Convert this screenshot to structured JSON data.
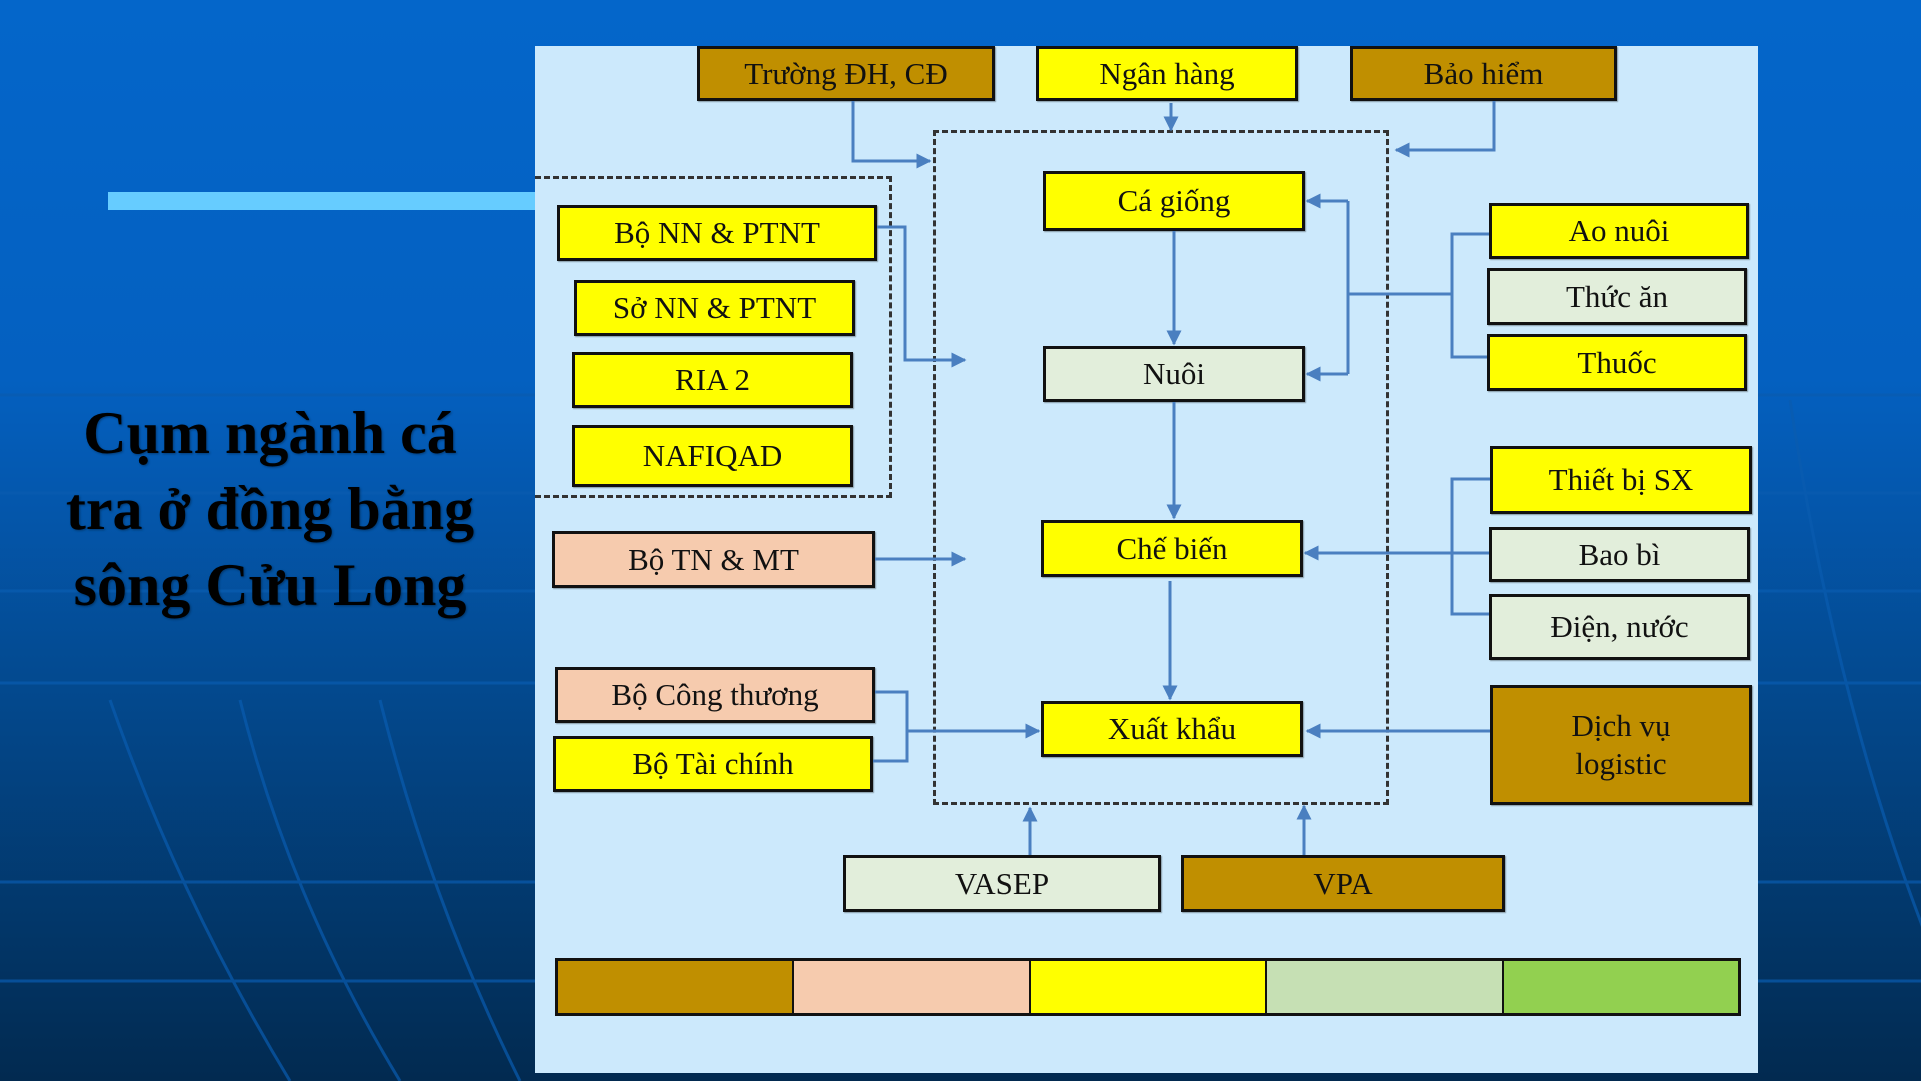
{
  "slide": {
    "title": "Cụm ngành cá tra ở đồng bằng sông Cửu Long"
  },
  "diagram": {
    "top_supporters": [
      {
        "id": "truong-dh-cd",
        "label": "Trường ĐH, CĐ",
        "color": "#c08f00"
      },
      {
        "id": "ngan-hang",
        "label": "Ngân hàng",
        "color": "#ffff00"
      },
      {
        "id": "bao-hiem",
        "label": "Bảo hiểm",
        "color": "#c08f00"
      }
    ],
    "agriculture_group": [
      {
        "id": "bo-nn-ptnt",
        "label": "Bộ NN & PTNT",
        "color": "#ffff00"
      },
      {
        "id": "so-nn-ptnt",
        "label": "Sở NN & PTNT",
        "color": "#ffff00"
      },
      {
        "id": "ria-2",
        "label": "RIA 2",
        "color": "#ffff00"
      },
      {
        "id": "nafiqad",
        "label": "NAFIQAD",
        "color": "#ffff00"
      }
    ],
    "left_agencies": [
      {
        "id": "bo-tn-mt",
        "label": "Bộ TN & MT",
        "color": "#f6cbae"
      },
      {
        "id": "bo-cong-thuong",
        "label": "Bộ Công thương",
        "color": "#f6cbae"
      },
      {
        "id": "bo-tai-chinh",
        "label": "Bộ Tài chính",
        "color": "#ffff00"
      }
    ],
    "value_chain": [
      {
        "id": "ca-giong",
        "label": "Cá giống",
        "color": "#ffff00"
      },
      {
        "id": "nuoi",
        "label": "Nuôi",
        "color": "#e2eedb"
      },
      {
        "id": "che-bien",
        "label": "Chế biến",
        "color": "#ffff00"
      },
      {
        "id": "xuat-khau",
        "label": "Xuất khẩu",
        "color": "#ffff00"
      }
    ],
    "farming_inputs": [
      {
        "id": "ao-nuoi",
        "label": "Ao nuôi",
        "color": "#ffff00"
      },
      {
        "id": "thuc-an",
        "label": "Thức ăn",
        "color": "#e2eedb"
      },
      {
        "id": "thuoc",
        "label": "Thuốc",
        "color": "#ffff00"
      }
    ],
    "processing_inputs": [
      {
        "id": "thiet-bi-sx",
        "label": "Thiết bị SX",
        "color": "#ffff00"
      },
      {
        "id": "bao-bi",
        "label": "Bao bì",
        "color": "#e2eedb"
      },
      {
        "id": "dien-nuoc",
        "label": "Điện, nước",
        "color": "#e2eedb"
      }
    ],
    "export_support": [
      {
        "id": "dich-vu-logistic",
        "label": "Dịch vụ logistic",
        "color": "#c08f00"
      }
    ],
    "associations": [
      {
        "id": "vasep",
        "label": "VASEP",
        "color": "#e2eedb"
      },
      {
        "id": "vpa",
        "label": "VPA",
        "color": "#c08f00"
      }
    ],
    "legend_colors": [
      "#c08f00",
      "#f6cbae",
      "#ffff00",
      "#c6e0b4",
      "#92d050"
    ],
    "arrow_color": "#4a7fc0"
  }
}
